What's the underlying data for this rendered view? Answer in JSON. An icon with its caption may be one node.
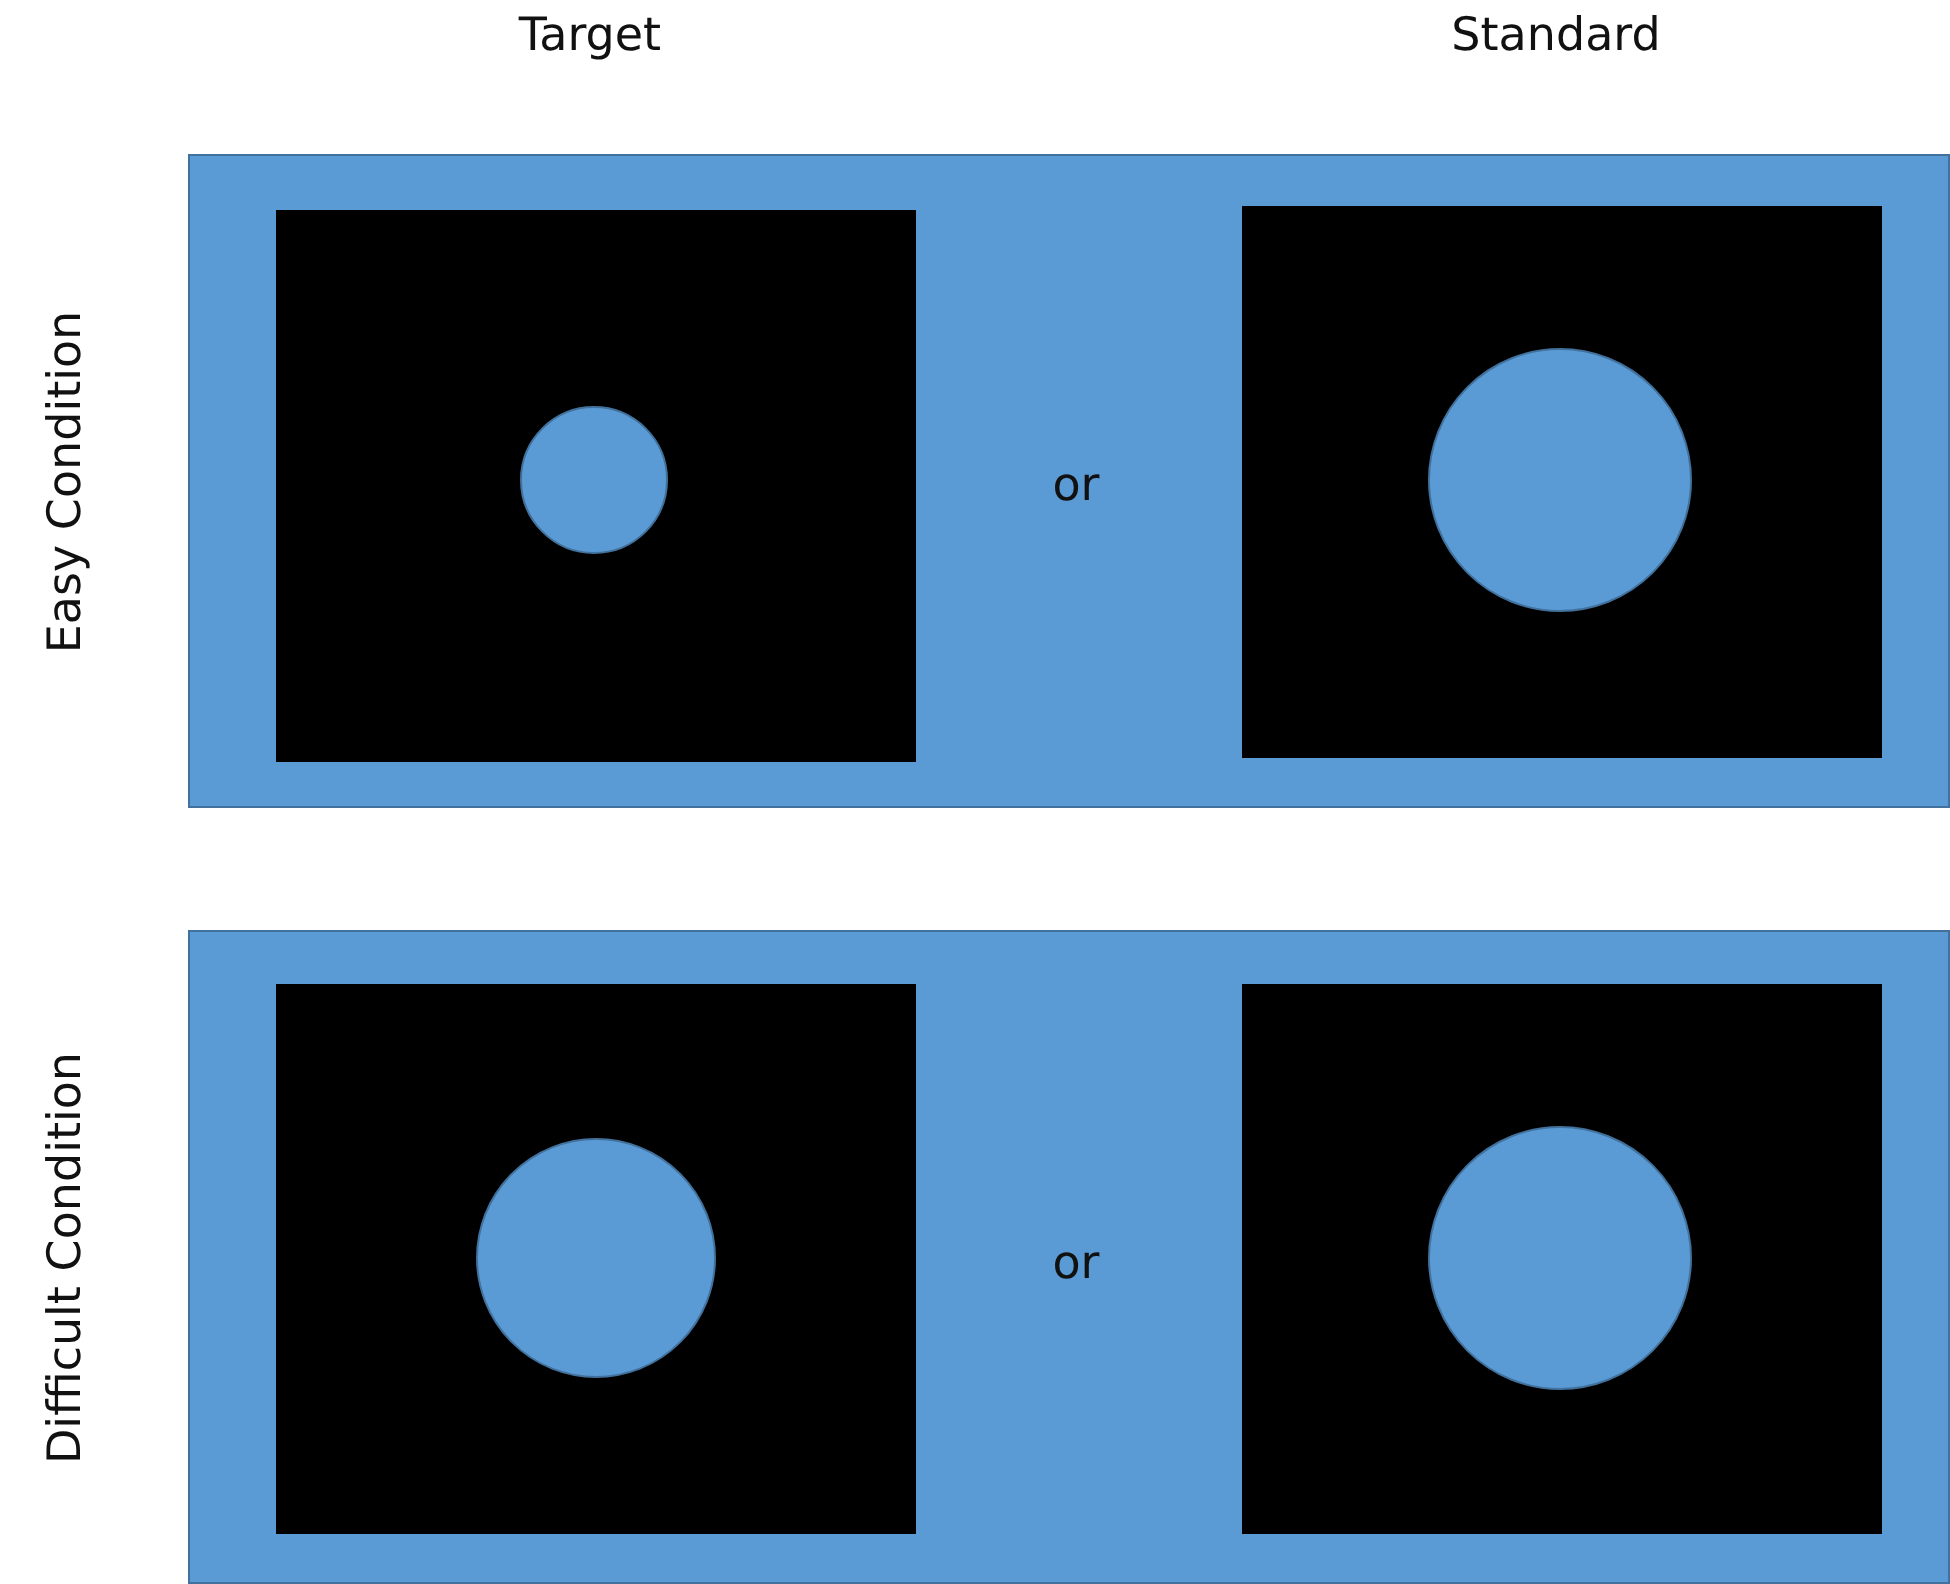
{
  "diagram": {
    "nodes": [
      {
        "text": [
          "Easy Condition",
          "or"
        ]
      },
      {
        "text": [],
        "shape": "box",
        "in": 0
      },
      {
        "text": [],
        "shape": "circle",
        "in": 1
      },
      {
        "text": [],
        "shape": "box",
        "in": 0
      },
      {
        "text": [],
        "shape": "circle",
        "in": 3
      },
      {
        "text": [
          "Difficult Condition",
          "or"
        ]
      },
      {
        "text": [],
        "shape": "box",
        "in": 5
      },
      {
        "text": [],
        "shape": "circle",
        "in": 6
      },
      {
        "text": [],
        "shape": "box",
        "in": 5
      },
      {
        "text": [],
        "shape": "circle",
        "in": 8
      }
    ],
    "labels": [
      "Target",
      "Standard"
    ]
  }
}
